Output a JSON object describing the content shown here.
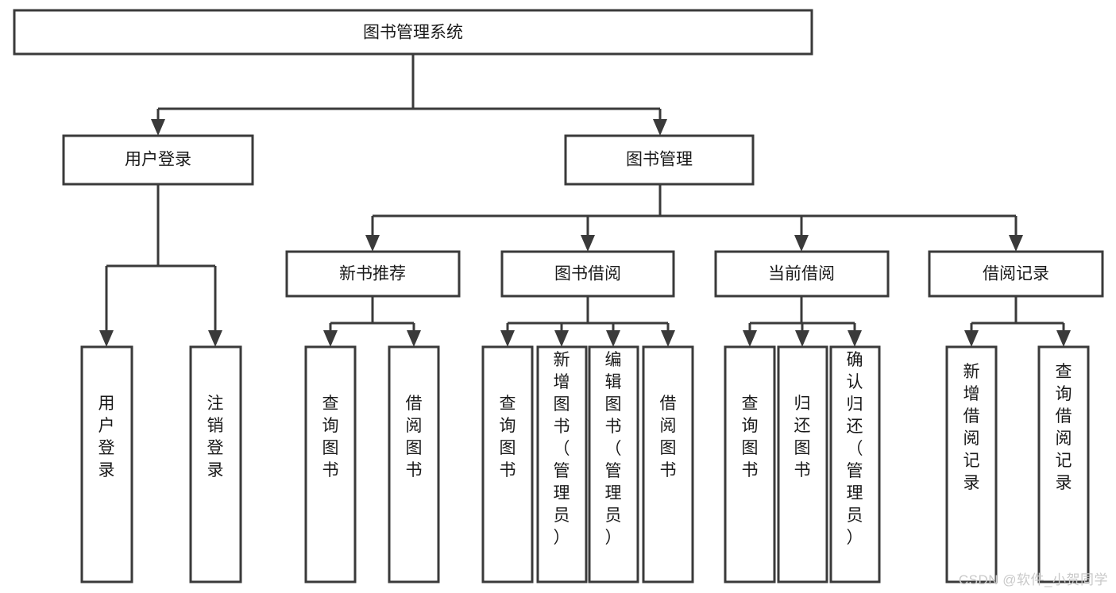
{
  "diagram": {
    "title": "图书管理系统",
    "type": "hierarchy-tree",
    "watermark": "CSDN @软件_小贺同学",
    "colors": {
      "box_stroke": "#3a3a3a",
      "box_fill": "#ffffff",
      "text": "#1a1a1a",
      "edge": "#3a3a3a",
      "background": "#ffffff",
      "watermark": "#c9c9c9"
    },
    "nodes": {
      "root": {
        "label": "图书管理系统",
        "orientation": "horizontal",
        "level": 0
      },
      "level1": [
        {
          "id": "user-login",
          "label": "用户登录",
          "orientation": "horizontal"
        },
        {
          "id": "book-manage",
          "label": "图书管理",
          "orientation": "horizontal"
        }
      ],
      "level2": [
        {
          "id": "new-book-recommend",
          "label": "新书推荐",
          "orientation": "horizontal",
          "parent": "book-manage"
        },
        {
          "id": "book-borrow",
          "label": "图书借阅",
          "orientation": "horizontal",
          "parent": "book-manage"
        },
        {
          "id": "current-borrow",
          "label": "当前借阅",
          "orientation": "horizontal",
          "parent": "book-manage"
        },
        {
          "id": "borrow-record",
          "label": "借阅记录",
          "orientation": "horizontal",
          "parent": "book-manage"
        }
      ],
      "leaves": [
        {
          "id": "leaf-user-login",
          "label": "用户登录",
          "orientation": "vertical",
          "parent": "user-login"
        },
        {
          "id": "leaf-logout-login",
          "label": "注销登录",
          "orientation": "vertical",
          "parent": "user-login"
        },
        {
          "id": "leaf-query-book-1",
          "label": "查询图书",
          "orientation": "vertical",
          "parent": "new-book-recommend"
        },
        {
          "id": "leaf-borrow-book-1",
          "label": "借阅图书",
          "orientation": "vertical",
          "parent": "new-book-recommend"
        },
        {
          "id": "leaf-query-book-2",
          "label": "查询图书",
          "orientation": "vertical",
          "parent": "book-borrow"
        },
        {
          "id": "leaf-add-book",
          "label": "新增图书（管理员）",
          "orientation": "vertical",
          "parent": "book-borrow"
        },
        {
          "id": "leaf-edit-book",
          "label": "编辑图书（管理员）",
          "orientation": "vertical",
          "parent": "book-borrow"
        },
        {
          "id": "leaf-borrow-book-2",
          "label": "借阅图书",
          "orientation": "vertical",
          "parent": "book-borrow"
        },
        {
          "id": "leaf-query-book-3",
          "label": "查询图书",
          "orientation": "vertical",
          "parent": "current-borrow"
        },
        {
          "id": "leaf-return-book",
          "label": "归还图书",
          "orientation": "vertical",
          "parent": "current-borrow"
        },
        {
          "id": "leaf-confirm-return",
          "label": "确认归还（管理员）",
          "orientation": "vertical",
          "parent": "current-borrow"
        },
        {
          "id": "leaf-add-record",
          "label": "新增借阅记录",
          "orientation": "vertical",
          "parent": "borrow-record"
        },
        {
          "id": "leaf-query-record",
          "label": "查询借阅记录",
          "orientation": "vertical",
          "parent": "borrow-record"
        }
      ]
    }
  }
}
